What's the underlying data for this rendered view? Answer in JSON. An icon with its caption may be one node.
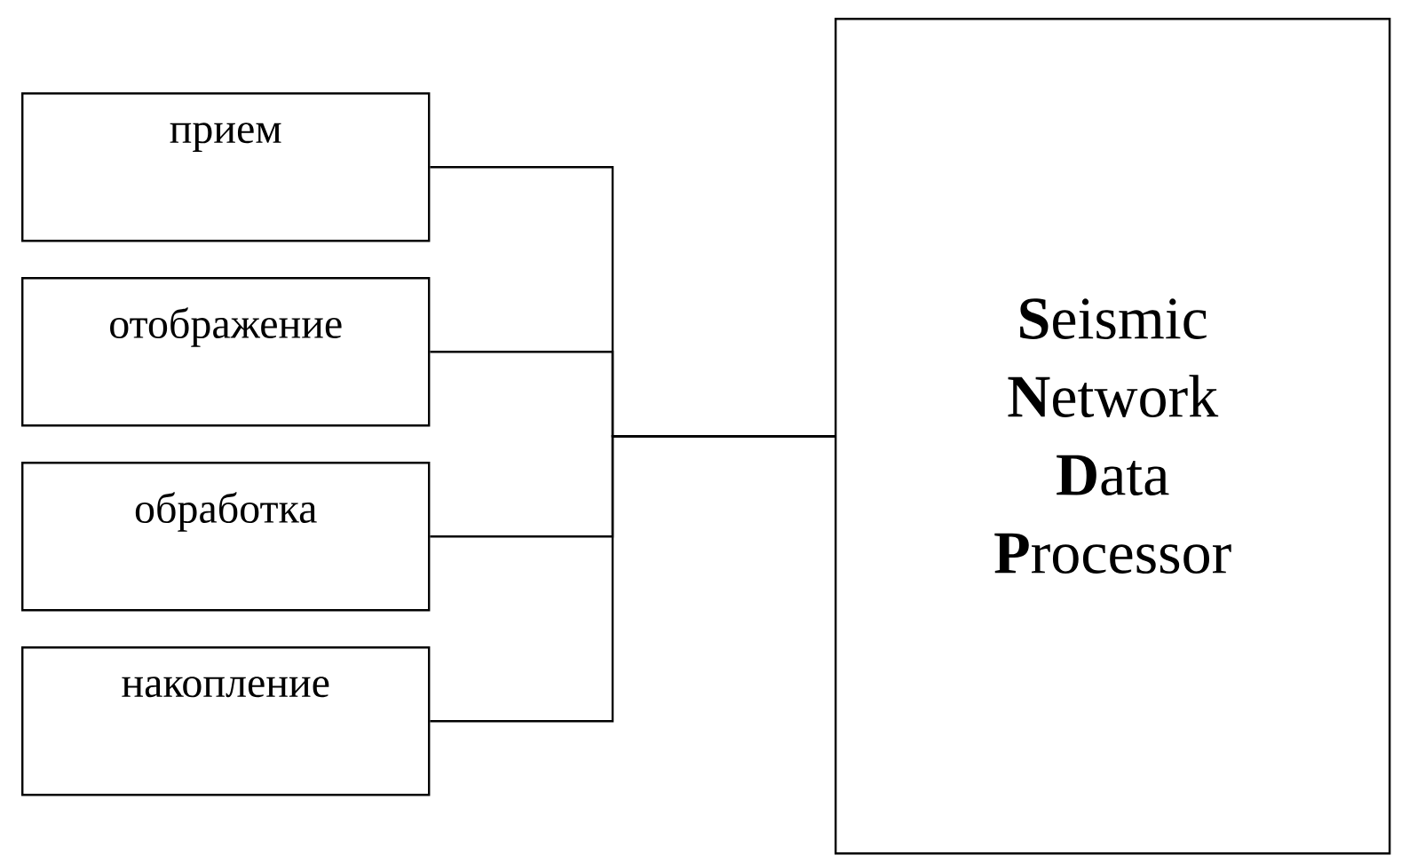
{
  "diagram": {
    "nodes": [
      {
        "text": [
          "прием"
        ]
      },
      {
        "text": [
          "отображение"
        ]
      },
      {
        "text": [
          "обработка"
        ]
      },
      {
        "text": [
          "накопление"
        ]
      },
      {
        "text": [
          "**S**eismic **N**etwork **D**ata **P**rocessor"
        ]
      }
    ],
    "edges": [
      {
        "from": 0,
        "to": 4,
        "arrow": "none"
      },
      {
        "from": 1,
        "to": 4,
        "arrow": "none"
      },
      {
        "from": 2,
        "to": 4,
        "arrow": "none"
      },
      {
        "from": 3,
        "to": 4,
        "arrow": "none"
      }
    ]
  }
}
